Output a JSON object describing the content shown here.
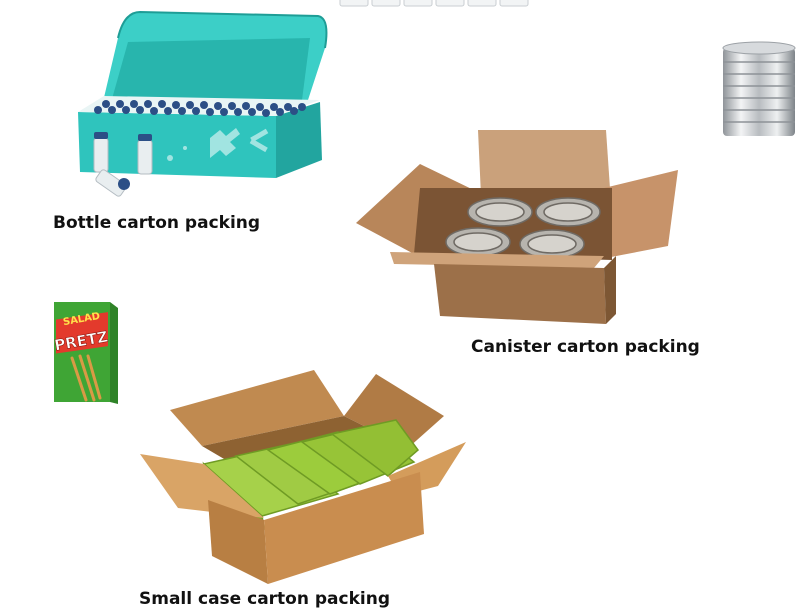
{
  "captions": {
    "bottle": "Bottle carton packing",
    "canister": "Canister carton packing",
    "small_case": "Small case carton packing"
  },
  "snack_box": {
    "line1": "SALAD",
    "line2": "PRETZ"
  },
  "colors": {
    "teal_box": "#2fc4bd",
    "kraft": "#c9975f",
    "lime": "#9ccc3c"
  }
}
